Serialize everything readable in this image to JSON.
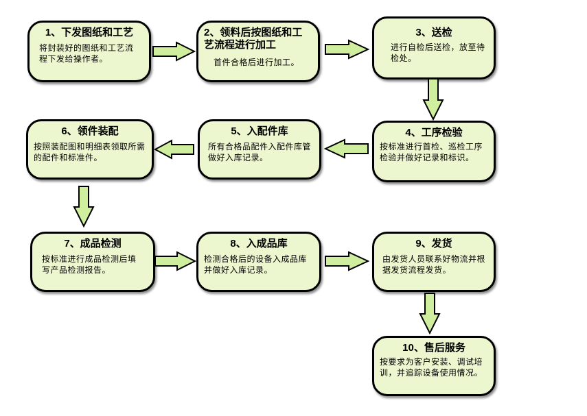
{
  "colors": {
    "node_fill": "#ecf7cf",
    "arrow_fill": "#cfee9e",
    "border": "#000000"
  },
  "steps": [
    {
      "title": "1、下发图纸和工艺",
      "desc": "将封装好的图纸和工艺流程下发给操作者。"
    },
    {
      "title": "2、领料后按图纸和工艺流程进行加工",
      "desc": "首件合格后进行加工。"
    },
    {
      "title": "3、送检",
      "desc": "进行自检后送检，放至待检处。"
    },
    {
      "title": "4、工序检验",
      "desc": "按标准进行首检、巡检工序检验并做好记录和标识。"
    },
    {
      "title": "5、入配件库",
      "desc": "所有合格品配件入配件库管做好入库记录。"
    },
    {
      "title": "6、领件装配",
      "desc": "按照装配图和明细表领取所需的配件和标准件。"
    },
    {
      "title": "7、成品检测",
      "desc": "按标准进行成品检测后填写产品检测报告。"
    },
    {
      "title": "8、入成品库",
      "desc": "检测合格后的设备入成品库并做好入库记录。"
    },
    {
      "title": "9、发货",
      "desc": "由发货人员联系好物流并根据发货流程发货。"
    },
    {
      "title": "10、售后服务",
      "desc": "按要求为客户安装、调试培训，并追踪设备使用情况。"
    }
  ]
}
